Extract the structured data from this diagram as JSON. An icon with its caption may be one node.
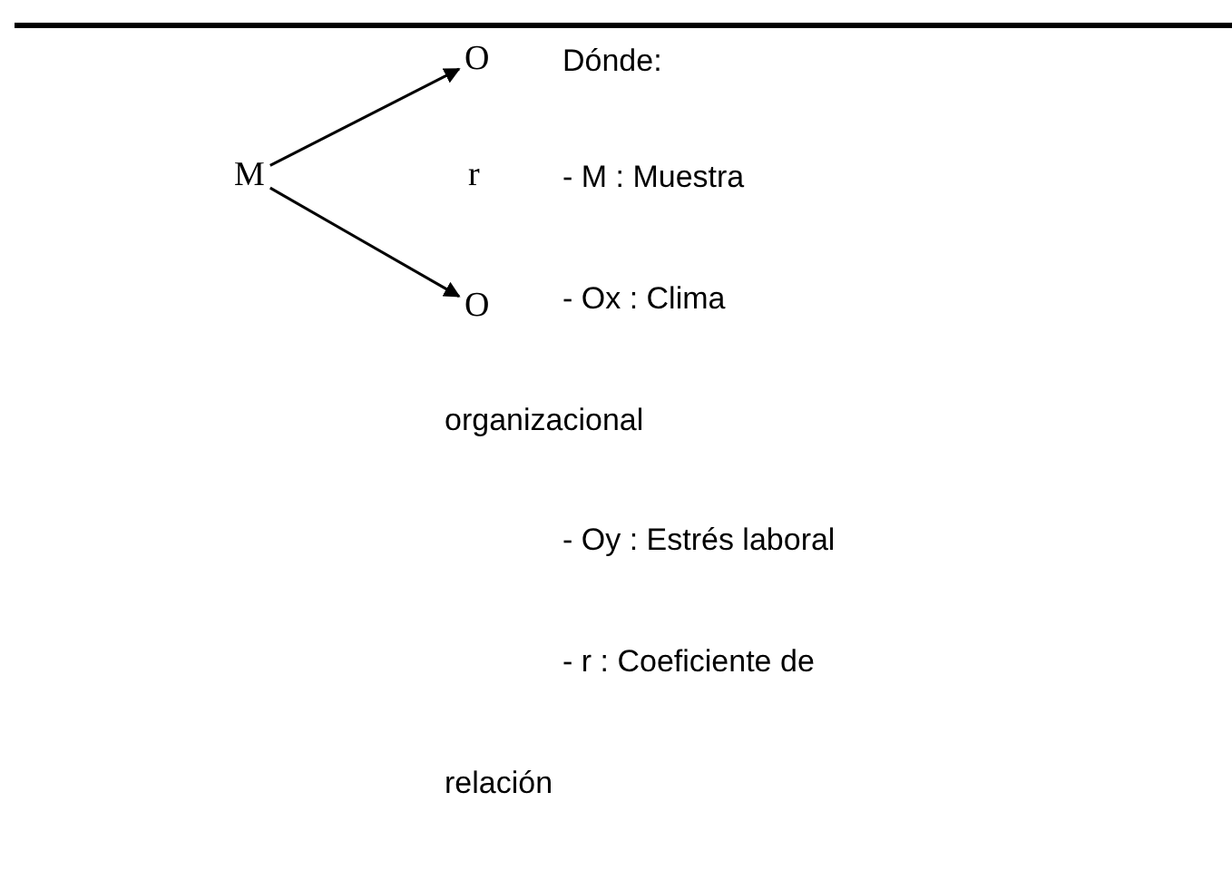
{
  "diagram": {
    "nodes": [
      {
        "text": [
          "M"
        ]
      },
      {
        "text": [
          "O"
        ]
      },
      {
        "text": [
          "O"
        ]
      }
    ],
    "edges": [
      {
        "from": 0,
        "to": 1,
        "arrow": "to"
      },
      {
        "from": 0,
        "to": 2,
        "arrow": "to"
      }
    ],
    "labels": [
      "Dónde:",
      "r",
      "- M : Muestra",
      "- Ox : Clima organizacional",
      "- Oy : Estrés laboral",
      "- r : Coeficiente de relación"
    ]
  }
}
